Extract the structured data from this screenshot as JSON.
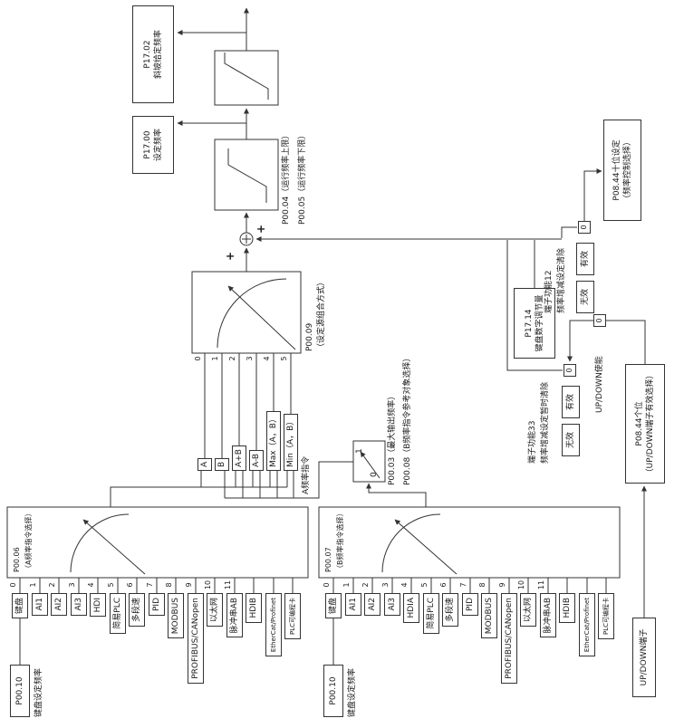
{
  "colors": {
    "line": "#333333",
    "box_border": "#333333",
    "background": "#ffffff"
  },
  "output_stage": {
    "ramp_freq_code": "P17.02",
    "ramp_freq_label": "斜坡给定频率",
    "set_freq_code": "P17.00",
    "set_freq_label": "设定频率",
    "upper_limit_label": "P00.04（运行频率上限）",
    "lower_limit_label": "P00.05（运行频率下限）",
    "plus_left": "+",
    "plus_bottom": "+"
  },
  "combiner": {
    "code": "P00.09",
    "label": "（设定源组合方式）",
    "a_cmd_label": "A频率指令",
    "options": [
      {
        "num": "0",
        "label": "A"
      },
      {
        "num": "1",
        "label": "B"
      },
      {
        "num": "2",
        "label": "A+B"
      },
      {
        "num": "3",
        "label": "A-B"
      },
      {
        "num": "4",
        "label": "Max（A，B）"
      },
      {
        "num": "5",
        "label": "Min（A，B）"
      }
    ]
  },
  "b_reference": {
    "pos1": "1",
    "pos0": "0",
    "p0003_label": "P00.03（最大输出频率）",
    "p0008_label": "P00.08（B频率指令参考对象选择）"
  },
  "channel_a": {
    "code": "P00.06",
    "label": "（A频率指令选择）",
    "keypad_code": "P00.10",
    "keypad_label": "键盘设定频率",
    "sources": [
      {
        "num": "0",
        "label": "键盘"
      },
      {
        "num": "1",
        "label": "AI1"
      },
      {
        "num": "2",
        "label": "AI2"
      },
      {
        "num": "3",
        "label": "AI3"
      },
      {
        "num": "4",
        "label": "HDI"
      },
      {
        "num": "5",
        "label": "简易PLC"
      },
      {
        "num": "6",
        "label": "多段速"
      },
      {
        "num": "7",
        "label": "PID"
      },
      {
        "num": "8",
        "label": "MODBUS"
      },
      {
        "num": "9",
        "label": "PROFIBUS/CANopen"
      },
      {
        "num": "10",
        "label": "以太网"
      },
      {
        "num": "11",
        "label": "脉冲串AB"
      },
      {
        "num": "",
        "label": "HDIB"
      },
      {
        "num": "",
        "label": "EtherCat/Profinet"
      },
      {
        "num": "",
        "label": "PLC可编程卡"
      }
    ]
  },
  "channel_b": {
    "code": "P00.07",
    "label": "（B频率指令选择）",
    "keypad_code": "P00.10",
    "keypad_label": "键盘设定频率",
    "sources": [
      {
        "num": "0",
        "label": "键盘"
      },
      {
        "num": "1",
        "label": "AI1"
      },
      {
        "num": "2",
        "label": "AI2"
      },
      {
        "num": "3",
        "label": "AI3"
      },
      {
        "num": "4",
        "label": "HDIA"
      },
      {
        "num": "5",
        "label": "简易PLC"
      },
      {
        "num": "6",
        "label": "多段速"
      },
      {
        "num": "7",
        "label": "PID"
      },
      {
        "num": "8",
        "label": "MODBUS"
      },
      {
        "num": "9",
        "label": "PROFIBUS/CANopen"
      },
      {
        "num": "10",
        "label": "以太网"
      },
      {
        "num": "11",
        "label": "脉冲串AB"
      },
      {
        "num": "",
        "label": "HDIB"
      },
      {
        "num": "",
        "label": "EtherCat/Profinet"
      },
      {
        "num": "",
        "label": "PLC可编程卡"
      }
    ]
  },
  "updown": {
    "terminal_label": "UP/DOWN端子",
    "p0844_ones_code": "P08.44个位",
    "p0844_ones_label": "（UP/DOWN端子有效选择）",
    "enable_label": "UP/DOWN使能",
    "enable_zero": "0",
    "func33_code": "端子功能33",
    "func33_label": "频率增减设定暂时清除",
    "func33_valid": "有效",
    "func33_invalid": "无效",
    "func33_zero": "0",
    "p1714_code": "P17.14",
    "p1714_label": "键盘数字调节量",
    "func12_code": "端子功能12",
    "func12_label": "频率增减设定清除",
    "func12_valid": "有效",
    "func12_invalid": "无效",
    "func12_zero": "0",
    "p0844_tens_code": "P08.44十位设定",
    "p0844_tens_label": "（频率控制选择）"
  }
}
